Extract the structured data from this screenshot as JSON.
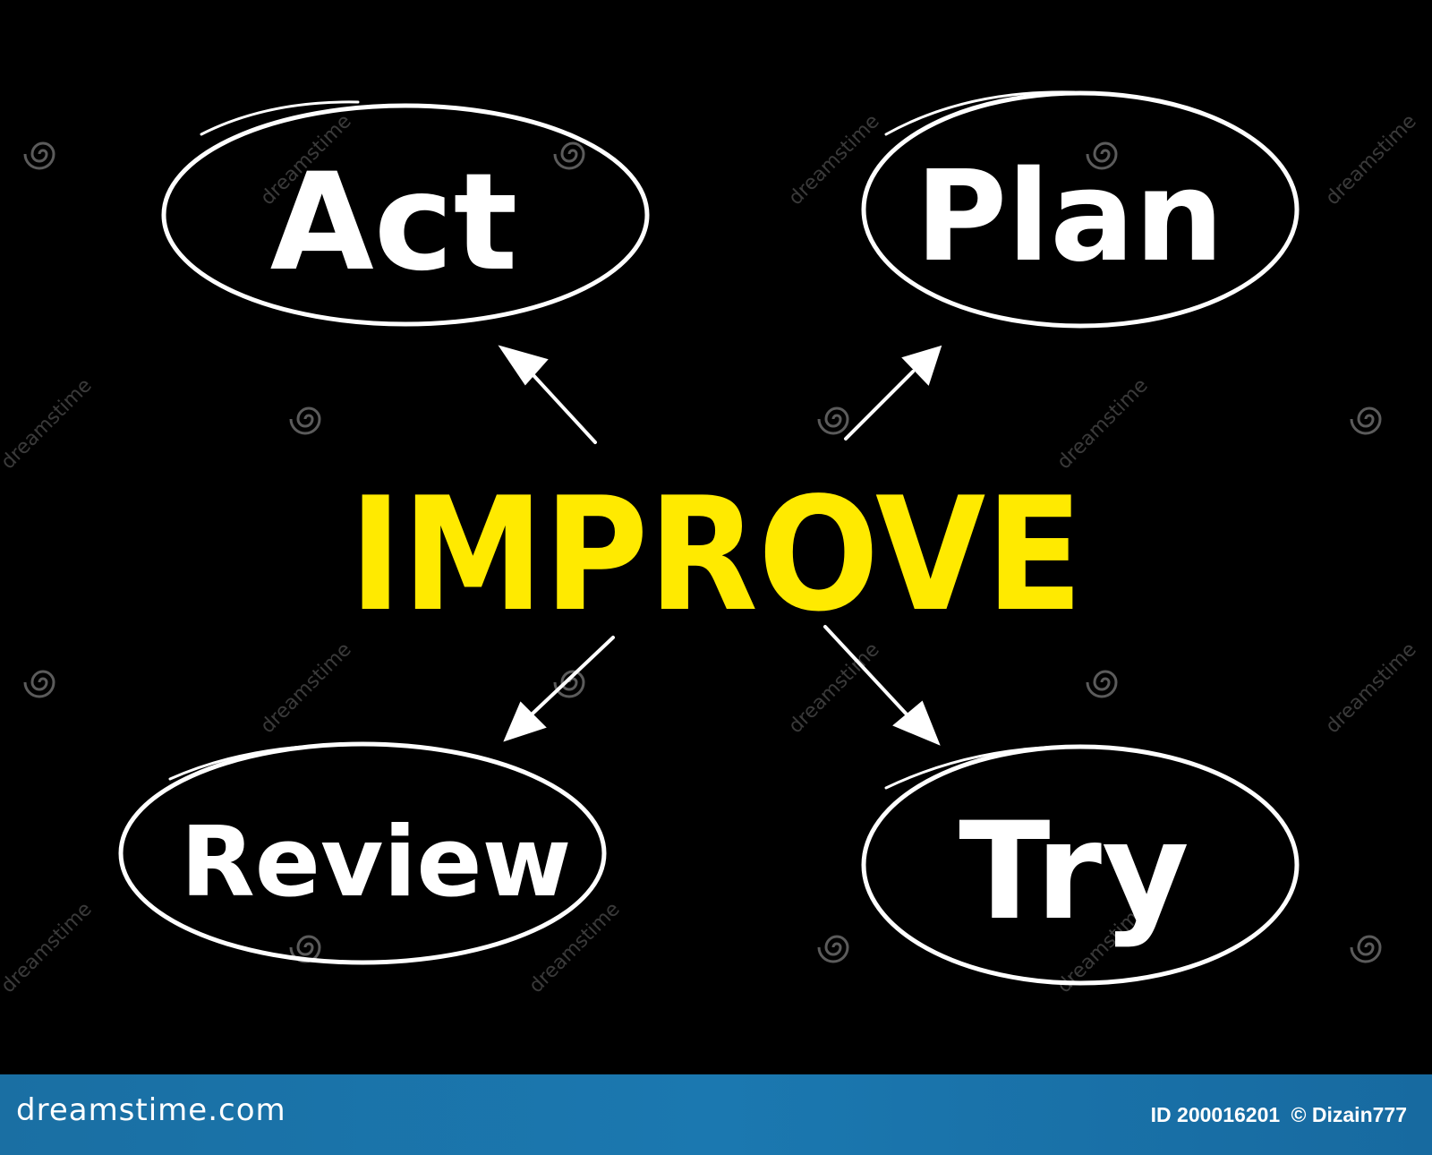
{
  "diagram": {
    "center": {
      "label": "IMPROVE",
      "color": "#ffea00"
    },
    "nodes": [
      {
        "id": "act",
        "label": "Act"
      },
      {
        "id": "plan",
        "label": "Plan"
      },
      {
        "id": "review",
        "label": "Review"
      },
      {
        "id": "try",
        "label": "Try"
      }
    ],
    "stroke_color": "#ffffff",
    "background": "#000000"
  },
  "watermark": {
    "text": "dreamstime",
    "icon": "spiral-icon"
  },
  "footer": {
    "brand": "dreamstime.com",
    "id_label": "ID 200016201",
    "credit": "© Dizain777",
    "color": "#1b78b0"
  }
}
